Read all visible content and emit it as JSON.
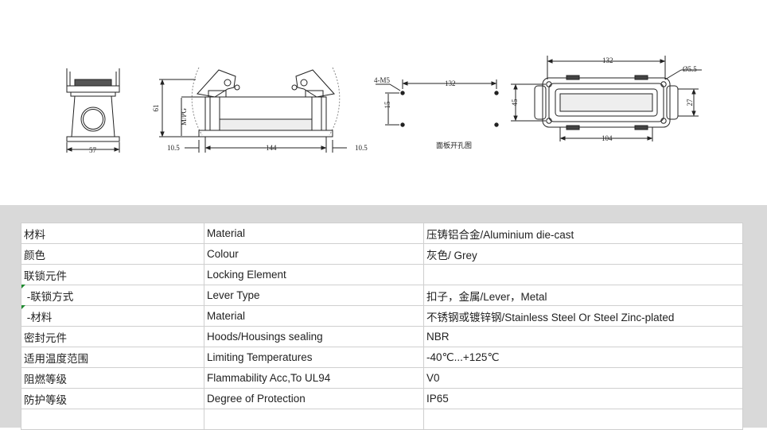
{
  "drawing": {
    "side": {
      "width": "57"
    },
    "front": {
      "overall_height": "61",
      "thread": "M/PG",
      "left_offset": "10.5",
      "span": "144",
      "right_offset": "10.5"
    },
    "cutout": {
      "holes": "4-M5",
      "hole_spacing": "132",
      "vertical": "15",
      "caption": "面板开孔图"
    },
    "top": {
      "length": "132",
      "hole_dia": "Ø5.5",
      "width": "45",
      "window_height": "27",
      "inner_length": "104"
    }
  },
  "specs": [
    {
      "cn": "材料",
      "en": "Material",
      "value": "压铸铝合金/Aluminium die-cast"
    },
    {
      "cn": "颜色",
      "en": "Colour",
      "value": "灰色/ Grey"
    },
    {
      "cn": "联锁元件",
      "en": "Locking Element",
      "value": ""
    },
    {
      "cn": " -联锁方式",
      "en": "Lever Type",
      "value": "扣子，金属/Lever，Metal"
    },
    {
      "cn": " -材料",
      "en": "Material",
      "value": "不锈钢或镀锌钢/Stainless Steel Or Steel Zinc-plated"
    },
    {
      "cn": "密封元件",
      "en": "Hoods/Housings sealing",
      "value": "NBR"
    },
    {
      "cn": "适用温度范围",
      "en": "Limiting Temperatures",
      "value": "-40℃...+125℃"
    },
    {
      "cn": "阻燃等级",
      "en": "Flammability Acc,To UL94",
      "value": "V0"
    },
    {
      "cn": "防护等级",
      "en": "Degree of Protection",
      "value": "IP65"
    },
    {
      "cn": "",
      "en": "",
      "value": ""
    }
  ]
}
